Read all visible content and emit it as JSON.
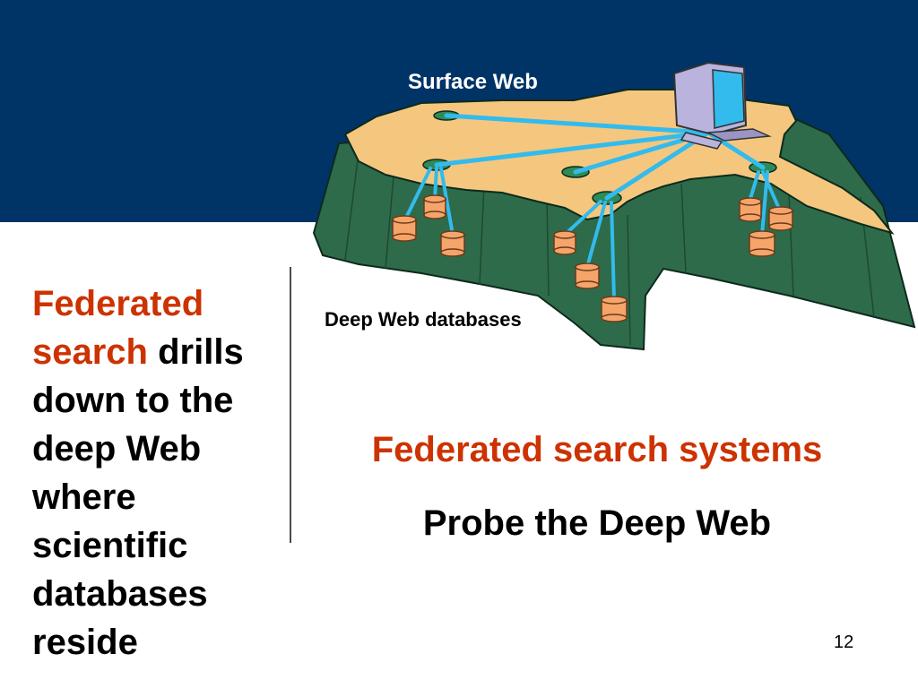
{
  "colors": {
    "background_band": "#003366",
    "accent": "#cc3300",
    "land": "#f5c77e",
    "cliff": "#2e6b4a",
    "link": "#33bbee",
    "database": "#f5a46a"
  },
  "slide": {
    "left_text": {
      "accent_1": "Federated",
      "accent_2": "search",
      "rest_1": " drills",
      "rest_2": "down to the",
      "rest_3": "deep Web",
      "rest_4": "where",
      "rest_5": "scientific",
      "rest_6": "databases",
      "rest_7": "reside"
    },
    "diagram": {
      "surface_label": "Surface Web",
      "deep_label": "Deep Web databases",
      "icons": [
        "computer-icon",
        "keyboard-icon",
        "database-icon"
      ]
    },
    "heading_red": "Federated search systems",
    "heading_black": "Probe the Deep Web",
    "page_number": "12"
  }
}
